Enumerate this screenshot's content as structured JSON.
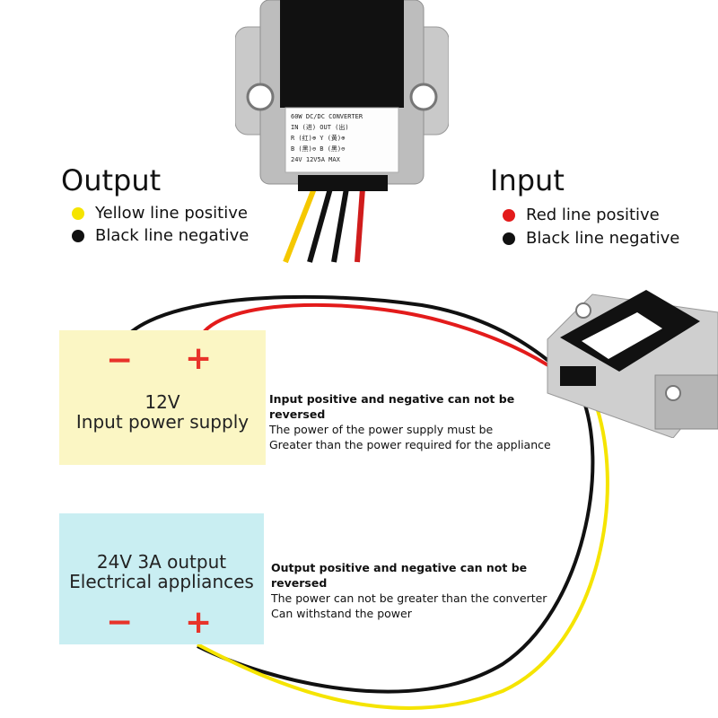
{
  "colors": {
    "yellow_wire": "#f5e400",
    "red_wire": "#e31b1b",
    "black_wire": "#111111",
    "input_box": "#fbf6c4",
    "output_box": "#c9eef2",
    "sign": "#e8332a"
  },
  "top_device": {
    "label_lines": [
      "60W DC/DC CONVERTER",
      "IN (进)      OUT (出)",
      "R (红)⊕     Y (黄)⊕",
      "B (黑)⊖     B (黑)⊖",
      "24V      12V5A  MAX"
    ]
  },
  "output_legend": {
    "title": "Output",
    "items": [
      {
        "color": "#f5e400",
        "text": "Yellow line positive"
      },
      {
        "color": "#111111",
        "text": "Black line negative"
      }
    ]
  },
  "input_legend": {
    "title": "Input",
    "items": [
      {
        "color": "#e31b1b",
        "text": "Red line positive"
      },
      {
        "color": "#111111",
        "text": "Black line negative"
      }
    ]
  },
  "input_box": {
    "minus": "−",
    "plus": "+",
    "line1": "12V",
    "line2": "Input power supply"
  },
  "input_note": {
    "bold": "Input positive and negative can not be reversed",
    "line1": "The power of the power supply must be",
    "line2": "Greater than the power required for the appliance"
  },
  "output_box": {
    "line1": "24V 3A output",
    "line2": "Electrical appliances",
    "minus": "−",
    "plus": "+"
  },
  "output_note": {
    "bold": "Output positive and negative can not be reversed",
    "line1": "The power can not be greater than the converter",
    "line2": "Can withstand the power"
  }
}
